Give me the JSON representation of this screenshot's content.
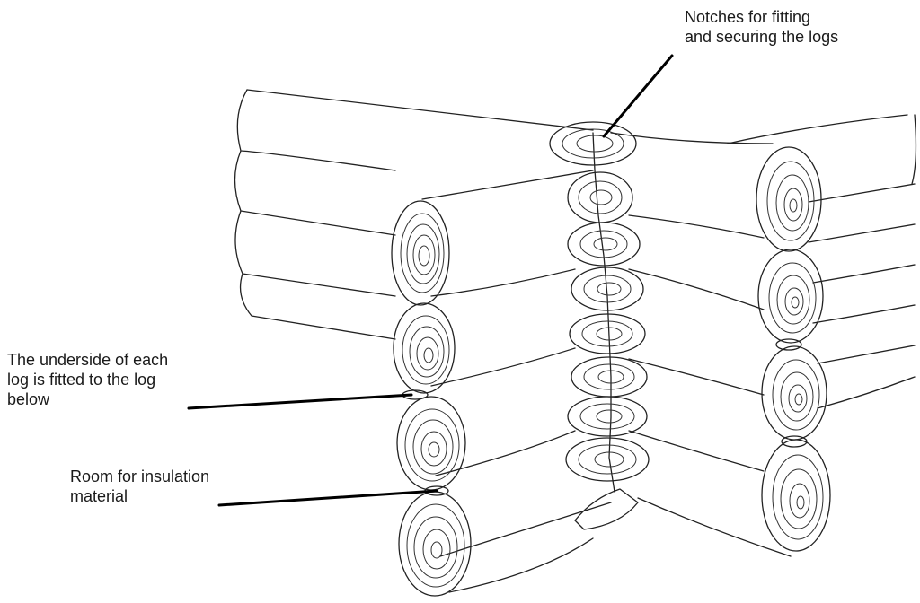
{
  "labels": {
    "notches": "Notches for fitting\nand securing the logs",
    "underside": "The underside of each\nlog is fitted to the log\nbelow",
    "insulation": "Room for insulation\nmaterial"
  }
}
